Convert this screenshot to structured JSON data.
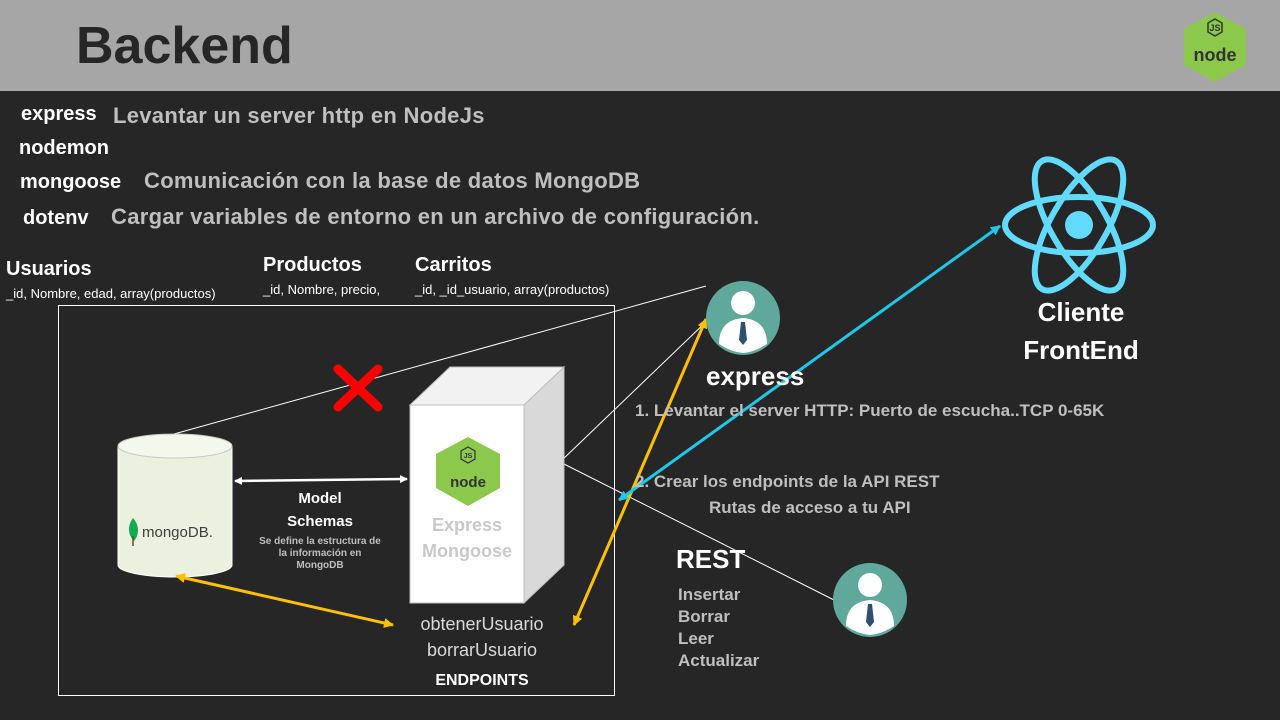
{
  "header": {
    "title": "Backend"
  },
  "packages": [
    {
      "name": "express",
      "desc": "Levantar un server http en NodeJs"
    },
    {
      "name": "nodemon",
      "desc": ""
    },
    {
      "name": "mongoose",
      "desc": "Comunicación con la base de datos MongoDB"
    },
    {
      "name": "dotenv",
      "desc": "Cargar variables de entorno en un archivo de configuración."
    }
  ],
  "collections": [
    {
      "name": "Usuarios",
      "fields": "_id, Nombre,  edad, array(productos)"
    },
    {
      "name": "Productos",
      "fields": "_id, Nombre,  precio,"
    },
    {
      "name": "Carritos",
      "fields": "_id, _id_usuario, array(productos)"
    }
  ],
  "diagram": {
    "mongodb_label": "mongoDB.",
    "model_label": "Model",
    "schemas_label": "Schemas",
    "schemas_note": [
      "Se define la estructura de",
      "la información en",
      "MongoDB"
    ],
    "server_lines": [
      "Express",
      "Mongoose"
    ],
    "endpoint_names": [
      "obtenerUsuario",
      "borrarUsuario"
    ],
    "endpoints_label": "ENDPOINTS",
    "node_badge_text": "node",
    "js_badge_text": "JS"
  },
  "express_section": {
    "label": "express",
    "step1": "1. Levantar el server HTTP: Puerto de escucha..TCP 0-65K",
    "step2": "2. Crear los endpoints de la API REST",
    "step2_sub": "Rutas de acceso a tu API"
  },
  "rest_section": {
    "label": "REST",
    "operations": [
      "Insertar",
      "Borrar",
      "Leer",
      "Actualizar"
    ]
  },
  "client": {
    "line1": "Cliente",
    "line2": "FrontEnd"
  },
  "colors": {
    "background": "#262626",
    "header": "#a6a6a6",
    "arrow_yellow": "#ffc000",
    "arrow_cyan": "#1fc8e8",
    "react_blue": "#61dafb",
    "node_green": "#8cc84b",
    "cross_red": "#ff0000",
    "avatar_teal": "#5fa89b"
  }
}
